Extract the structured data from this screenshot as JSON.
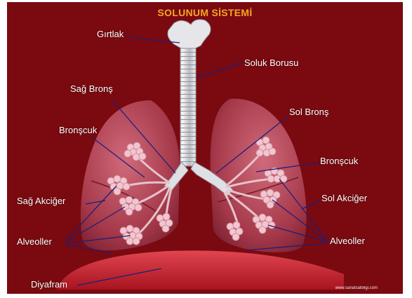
{
  "title": "SOLUNUM SİSTEMİ",
  "labels": {
    "girtlak": "Gırtlak",
    "soluk_borusu": "Soluk Borusu",
    "sag_bronş": "Sağ Bronş",
    "sol_bronş": "Sol Bronş",
    "bronscuk_left": "Bronşcuk",
    "bronscuk_right": "Bronşcuk",
    "sag_akciger": "Sağ Akciğer",
    "sol_akciger": "Sol Akciğer",
    "alveoller_left": "Alveoller",
    "alveoller_right": "Alveoller",
    "diyafram": "Diyafram"
  },
  "watermark": "www.sanatsalbilgi.com",
  "colors": {
    "background": "#7a0a10",
    "title": "#f5a623",
    "lung": "#b5485a",
    "trachea": "#e8e8ea",
    "alveoli": "#f3c6cf",
    "diaphragm": "#c4222e",
    "leader_line": "#1e1e7a"
  }
}
